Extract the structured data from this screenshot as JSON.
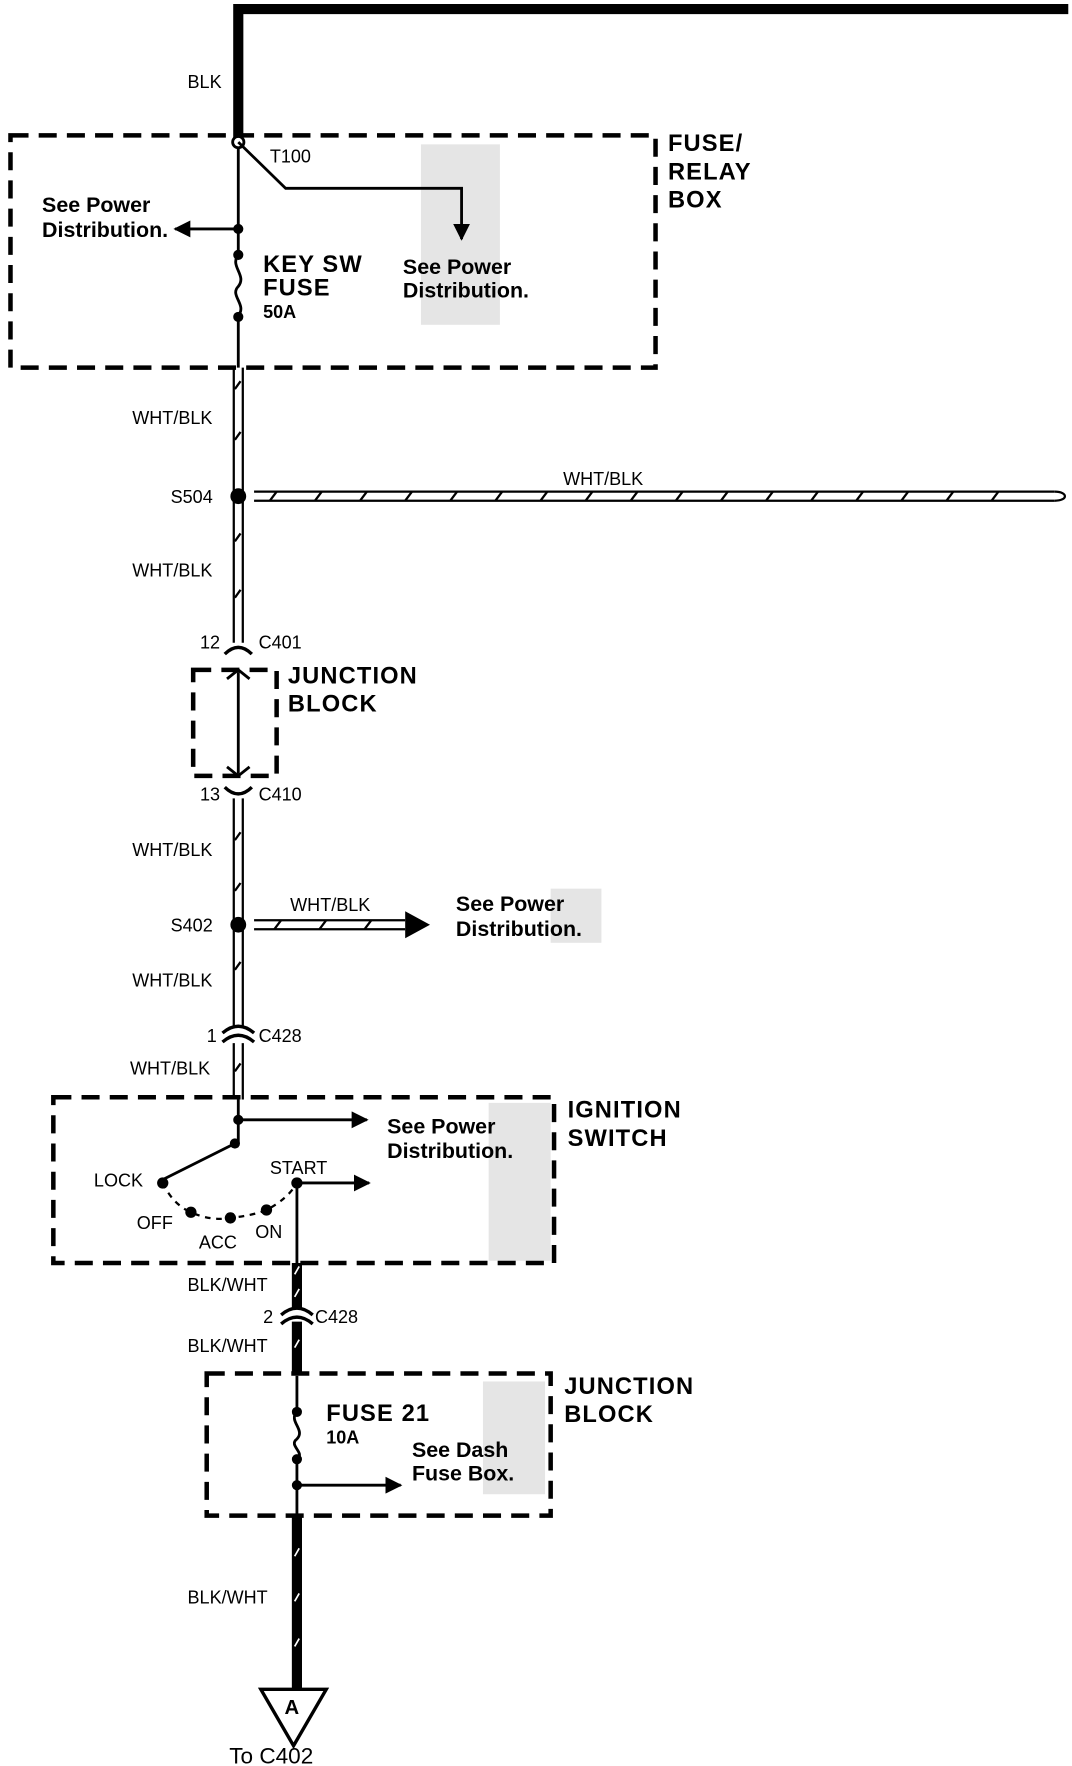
{
  "colors": {
    "ink": "#000000",
    "paper": "#ffffff",
    "shade": "#cfcfcf"
  },
  "wires": {
    "top": "BLK",
    "w1": "WHT/BLK",
    "w2": "WHT/BLK",
    "branch_s504": "WHT/BLK",
    "w3": "WHT/BLK",
    "branch_s402": "WHT/BLK",
    "w4": "WHT/BLK",
    "w5": "WHT/BLK",
    "b1": "BLK/WHT",
    "b2": "BLK/WHT",
    "b3": "BLK/WHT"
  },
  "fuse_relay_box": {
    "label_1": "FUSE/",
    "label_2": "RELAY",
    "label_3": "BOX",
    "terminal": "T100",
    "see_left_1": "See Power",
    "see_left_2": "Distribution.",
    "see_right_1": "See Power",
    "see_right_2": "Distribution.",
    "fuse_1": "KEY SW",
    "fuse_2": "FUSE",
    "fuse_rating": "50A"
  },
  "splices": {
    "s504": "S504",
    "s402": "S402"
  },
  "see_s402_1": "See Power",
  "see_s402_2": "Distribution.",
  "junction_block_1": {
    "label_1": "JUNCTION",
    "label_2": "BLOCK",
    "pin_top": "12",
    "conn_top": "C401",
    "pin_bottom": "13",
    "conn_bottom": "C410"
  },
  "c428_a": {
    "pin": "1",
    "conn": "C428"
  },
  "ignition_switch": {
    "label_1": "IGNITION",
    "label_2": "SWITCH",
    "see_1": "See Power",
    "see_2": "Distribution.",
    "positions": {
      "lock": "LOCK",
      "off": "OFF",
      "acc": "ACC",
      "on": "ON",
      "start": "START"
    }
  },
  "c428_b": {
    "pin": "2",
    "conn": "C428"
  },
  "junction_block_2": {
    "label_1": "JUNCTION",
    "label_2": "BLOCK",
    "fuse": "FUSE 21",
    "fuse_rating": "10A",
    "see_1": "See Dash",
    "see_2": "Fuse Box."
  },
  "connector": {
    "letter": "A",
    "to": "To C402"
  }
}
